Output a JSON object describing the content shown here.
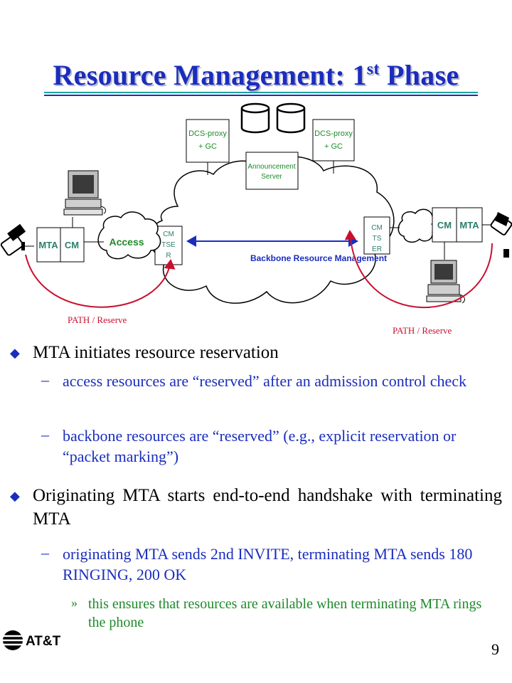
{
  "title": {
    "main": "Resource Management: 1",
    "sup": "st",
    "tail": " Phase"
  },
  "diagram": {
    "dcs_proxy_left": [
      "DCS-proxy",
      "+ GC"
    ],
    "dcs_proxy_right": [
      "DCS-proxy",
      "+ GC"
    ],
    "announcement_server": [
      "Announcement",
      "Server"
    ],
    "access_label": "Access",
    "left_mta": "MTA",
    "left_cm": "CM",
    "right_cm": "CM",
    "right_mta": "MTA",
    "cmtser_left": [
      "CM",
      "TSE",
      "R"
    ],
    "cmtser_right": [
      "CM",
      "TS",
      "ER"
    ],
    "backbone_label": "Backbone Resource Management",
    "path_reserve_left": "PATH / Reserve",
    "path_reserve_right": "PATH / Reserve",
    "colors": {
      "text_blue": "#1a2dbd",
      "green": "#1f8a2b",
      "teal": "#2a7f6c",
      "arrow_red": "#c8102e"
    }
  },
  "bullets": [
    {
      "text": "MTA initiates resource reservation",
      "subs": [
        {
          "text": "access resources are “reserved” after an admission control check"
        },
        {
          "text": "backbone resources are “reserved” (e.g., explicit reservation or “packet marking”)"
        }
      ]
    },
    {
      "text": "Originating MTA starts end-to-end handshake with terminating MTA",
      "subs": [
        {
          "text": "originating MTA sends 2nd INVITE, terminating MTA sends 180 RINGING, 200 OK",
          "subsubs": [
            "this ensures that resources are available when terminating MTA rings the phone"
          ]
        }
      ]
    }
  ],
  "footer": {
    "logo_text": "AT&T",
    "page_number": "9"
  }
}
